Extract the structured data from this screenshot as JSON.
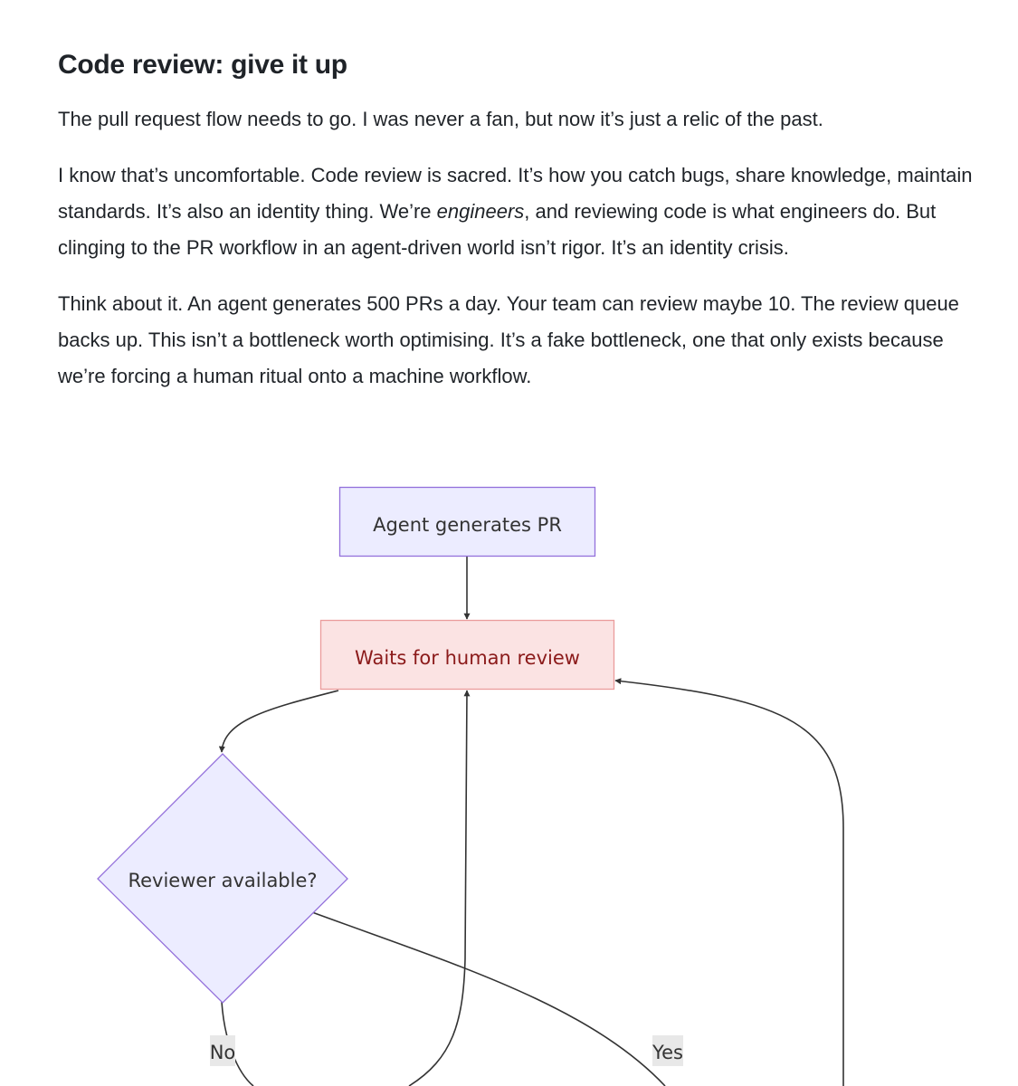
{
  "article": {
    "heading": "Code review: give it up",
    "paragraph_1": "The pull request flow needs to go. I was never a fan, but now it’s just a relic of the past.",
    "paragraph_2": {
      "before": "I know that’s uncomfortable. Code review is sacred. It’s how you catch bugs, share knowledge, maintain standards. It’s also an identity thing. We’re ",
      "emphasis": "engineers",
      "after": ", and reviewing code is what engineers do. But clinging to the PR workflow in an agent-driven world isn’t rigor. It’s an identity crisis."
    },
    "paragraph_3": "Think about it. An agent generates 500 PRs a day. Your team can review maybe 10. The review queue backs up. This isn’t a bottleneck worth optimising. It’s a fake bottleneck, one that only exists because we’re forcing a human ritual onto a machine workflow."
  },
  "flowchart": {
    "nodes": {
      "agent": "Agent generates PR",
      "waits": "Waits for human review",
      "decision": "Reviewer available?"
    },
    "edge_labels": {
      "no": "No",
      "yes": "Yes"
    }
  },
  "colors": {
    "text": "#1f2328",
    "node_fill": "#ececff",
    "node_stroke": "#9370db",
    "waits_fill": "#fbe3e3",
    "waits_stroke": "#eb9c9c",
    "waits_text": "#8b1a1a",
    "edge": "#333333",
    "label_bg": "#e8e8e8"
  }
}
